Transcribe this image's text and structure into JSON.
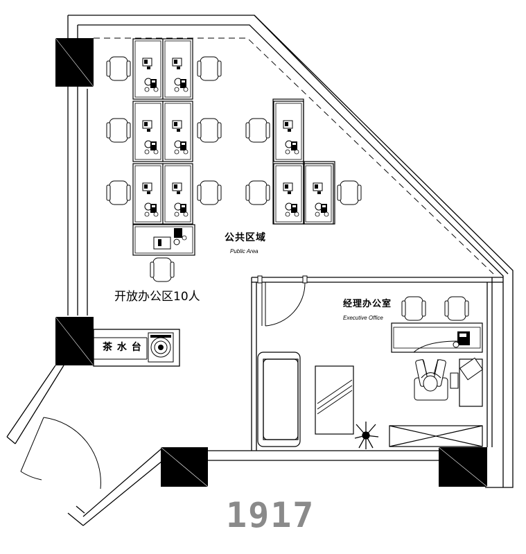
{
  "public_area": {
    "label_cn": "公共区域",
    "label_en": "Public Area"
  },
  "open_office": {
    "label": "开放办公区10人"
  },
  "executive_office": {
    "label_cn": "经理办公室",
    "label_en": "Executive Office"
  },
  "tea_counter": {
    "label": "茶 水 台"
  },
  "unit_number": "1917"
}
